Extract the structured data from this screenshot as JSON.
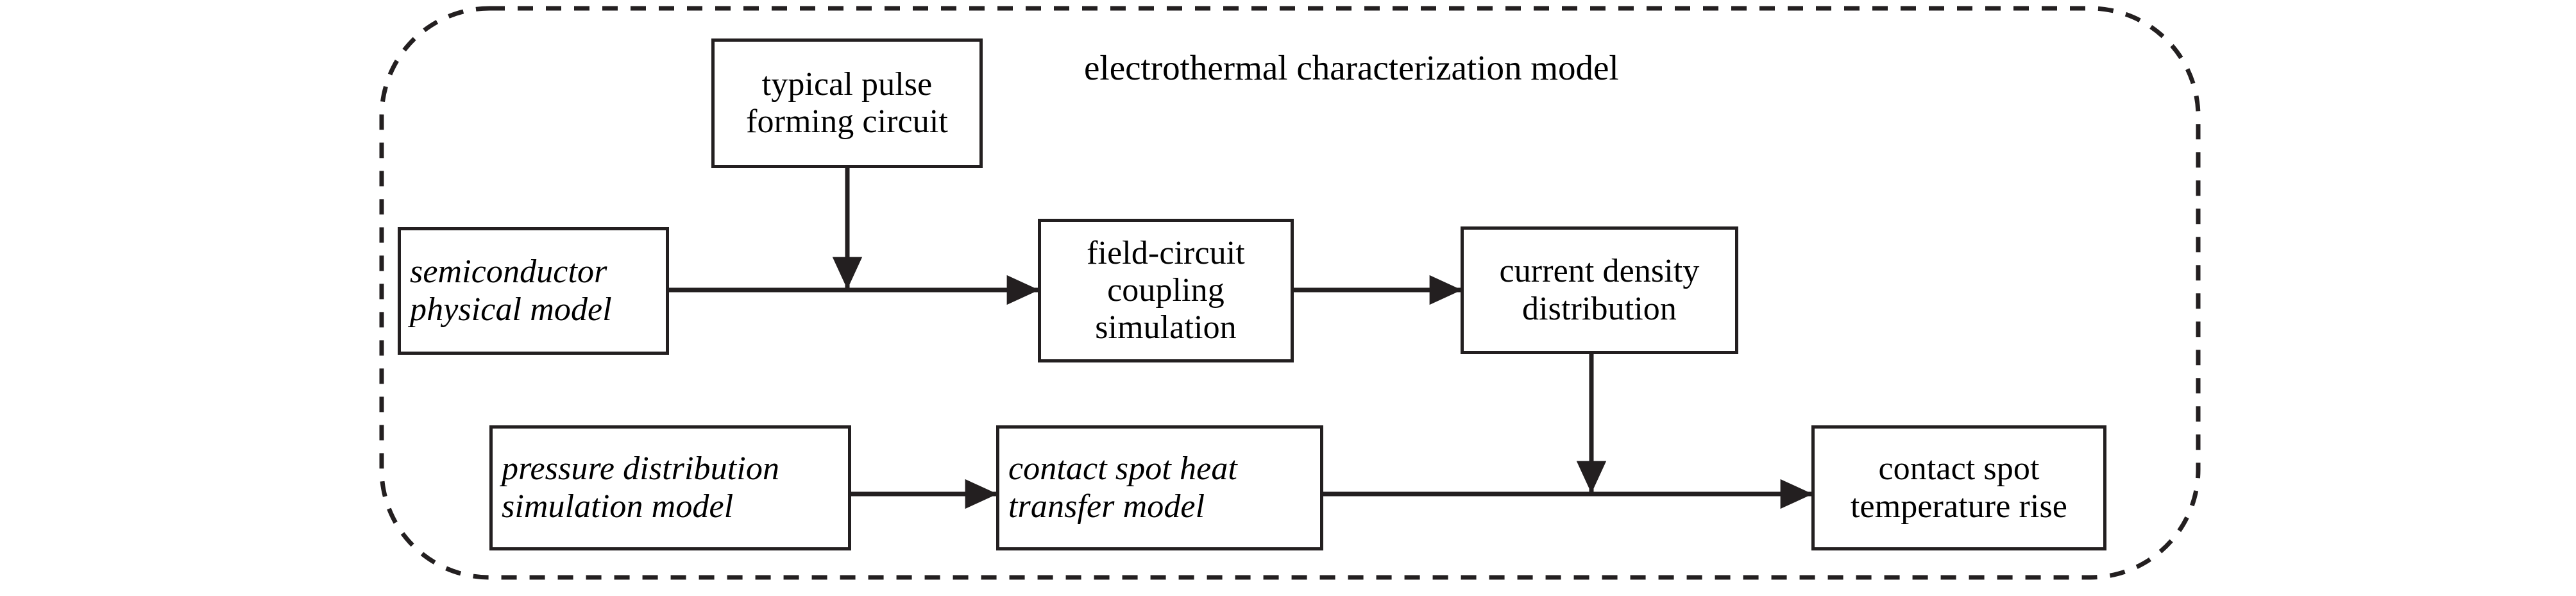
{
  "diagram": {
    "type": "flowchart",
    "group": {
      "label": "electrothermal characterization model",
      "border_style": "dashed-rounded-rectangle",
      "border_color": "#231f20"
    },
    "colors": {
      "stroke": "#231f20",
      "text": "#000000",
      "background": "#ffffff"
    },
    "nodes": [
      {
        "id": "typical-pulse-forming-circuit",
        "lines": [
          "typical pulse",
          "forming circuit"
        ],
        "style": "upright",
        "align": "center"
      },
      {
        "id": "semiconductor-physical-model",
        "lines": [
          "semiconductor",
          "physical model"
        ],
        "style": "italic",
        "align": "left"
      },
      {
        "id": "field-circuit-coupling-simulation",
        "lines": [
          "field-circuit",
          "coupling",
          "simulation"
        ],
        "style": "upright",
        "align": "center"
      },
      {
        "id": "current-density-distribution",
        "lines": [
          "current density",
          "distribution"
        ],
        "style": "upright",
        "align": "center"
      },
      {
        "id": "pressure-distribution-simulation-model",
        "lines": [
          "pressure distribution",
          "simulation model"
        ],
        "style": "italic",
        "align": "left"
      },
      {
        "id": "contact-spot-heat-transfer-model",
        "lines": [
          "contact spot heat",
          "transfer model"
        ],
        "style": "italic",
        "align": "left"
      },
      {
        "id": "contact-spot-temperature-rise",
        "lines": [
          "contact spot",
          "temperature rise"
        ],
        "style": "upright",
        "align": "center"
      }
    ],
    "edges": [
      {
        "id": "pulse-to-coupling-line",
        "from": "typical-pulse-forming-circuit",
        "to": "field-circuit-coupling-simulation",
        "direction": "down"
      },
      {
        "id": "semiconductor-to-coupling",
        "from": "semiconductor-physical-model",
        "to": "field-circuit-coupling-simulation",
        "direction": "right"
      },
      {
        "id": "coupling-to-current-density",
        "from": "field-circuit-coupling-simulation",
        "to": "current-density-distribution",
        "direction": "right"
      },
      {
        "id": "current-density-to-temp-line",
        "from": "current-density-distribution",
        "to": "contact-spot-temperature-rise",
        "direction": "down"
      },
      {
        "id": "pressure-to-heat-transfer",
        "from": "pressure-distribution-simulation-model",
        "to": "contact-spot-heat-transfer-model",
        "direction": "right"
      },
      {
        "id": "heat-transfer-to-temp-rise",
        "from": "contact-spot-heat-transfer-model",
        "to": "contact-spot-temperature-rise",
        "direction": "right"
      }
    ]
  }
}
